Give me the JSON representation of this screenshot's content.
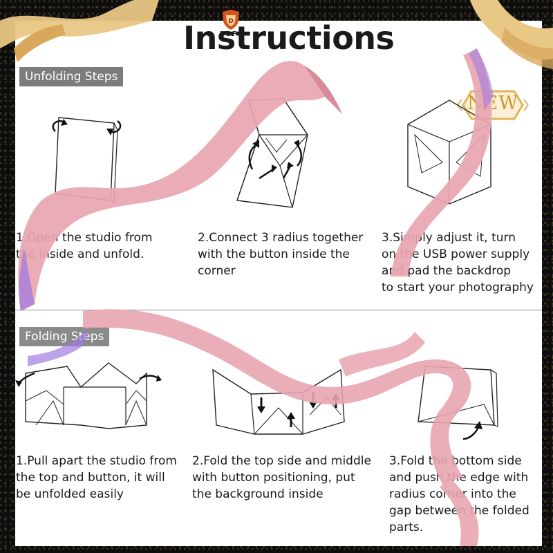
{
  "header": {
    "brand": "DDF",
    "title": "Instructions",
    "badge": "NEW"
  },
  "unfolding": {
    "label": "Unfolding Steps",
    "steps": [
      {
        "text": "1.Open the studio from\nthe inside and unfold."
      },
      {
        "text": "2.Connect 3 radius together\nwith the button inside the\ncorner"
      },
      {
        "text": "3.Simply adjust it, turn\non the USB power supply\nand pad the backdrop\nto start your photography"
      }
    ]
  },
  "folding": {
    "label": "Folding Steps",
    "steps": [
      {
        "text": "1.Pull apart the studio from\n the top and button, it will\n be unfolded easily"
      },
      {
        "text": "2.Fold the top side and middle\nwith button positioning, put\nthe background inside"
      },
      {
        "text": "3.Fold the bottom side\nand push the edge with\nradius corner into the\ngap between the folded\nparts."
      }
    ]
  },
  "colors": {
    "ribbon": "#e8a5b0",
    "ribbon_dark": "#d98a98",
    "ribbon_violet": "#a07ae0",
    "gold": "#e0b86a",
    "tag": "#7c7c7c"
  }
}
